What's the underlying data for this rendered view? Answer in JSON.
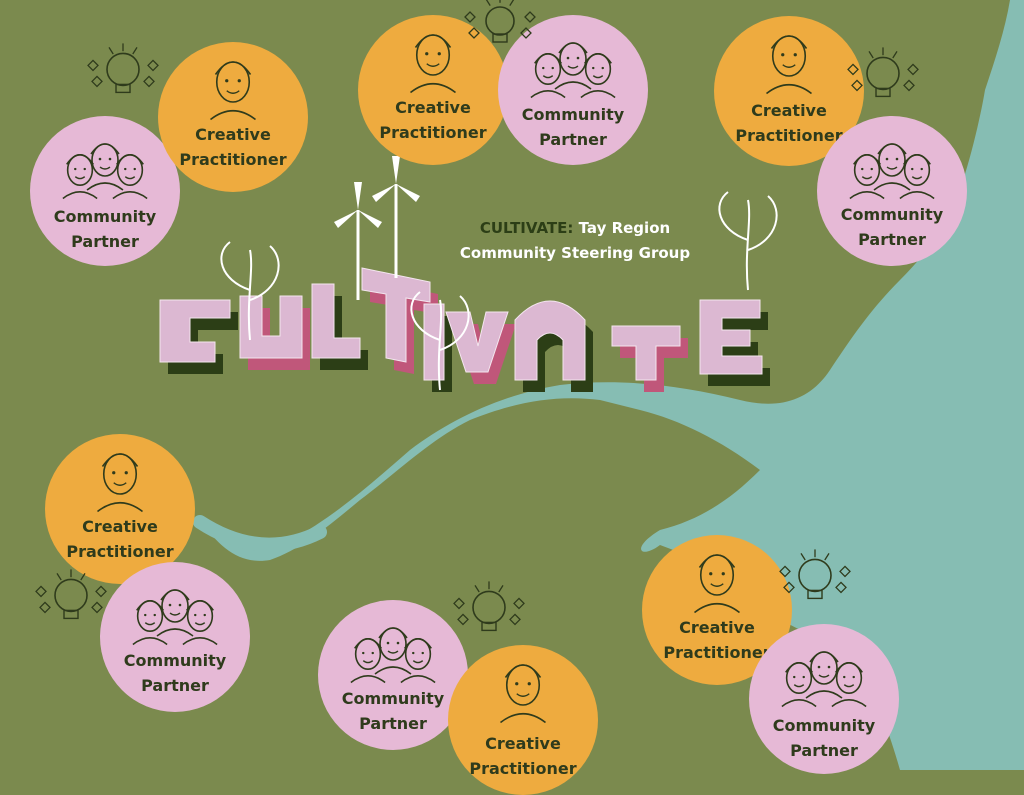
{
  "title": {
    "brand": "CULTIVATE:",
    "line1_rest": " Tay Region",
    "line2": "Community Steering Group"
  },
  "wordmark": "CULTIVATE",
  "labels": {
    "creative": [
      "Creative",
      "Practitioner"
    ],
    "community": [
      "Community",
      "Partner"
    ]
  },
  "colors": {
    "land": "#7b8a4e",
    "water": "#86bdb3",
    "creative": "#eeab3f",
    "community": "#e6b9d6",
    "text": "#2f3b1c",
    "letter_face": "#dcb8d2",
    "letter_side": "#c0577a",
    "letter_dark": "#2c3e16"
  },
  "icons": [
    "lightbulb-icon",
    "person-icon",
    "group-icon",
    "wind-turbine-icon",
    "plant-icon"
  ]
}
